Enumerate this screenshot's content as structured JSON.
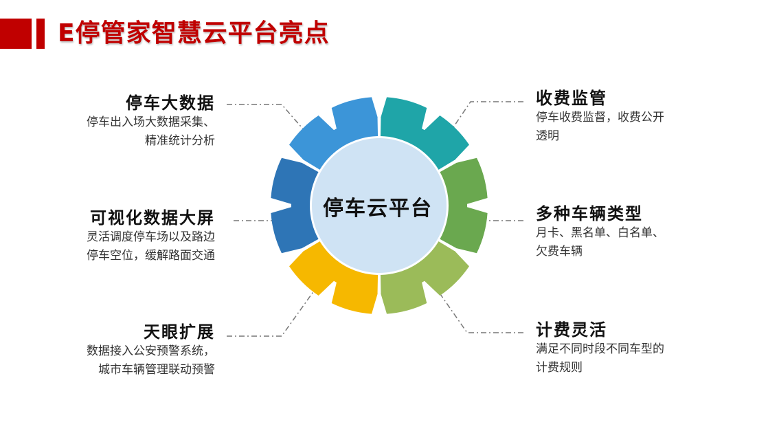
{
  "header": {
    "title": "E停管家智慧云平台亮点",
    "accent_color": "#c00000"
  },
  "center": {
    "label": "停车云平台",
    "fill_color": "#cfe3f4"
  },
  "features": {
    "big_data": {
      "title": "停车大数据",
      "lines": [
        "停车出入场大数据采集、",
        "精准统计分析"
      ]
    },
    "visual_screen": {
      "title": "可视化数据大屏",
      "lines": [
        "灵活调度停车场以及路边",
        "停车空位，缓解路面交通"
      ]
    },
    "sky_eye": {
      "title": "天眼扩展",
      "lines": [
        "数据接入公安预警系统，",
        "城市车辆管理联动预警"
      ]
    },
    "fee_supervision": {
      "title": "收费监管",
      "lines": [
        "停车收费监督，收费公开",
        "透明"
      ]
    },
    "vehicle_types": {
      "title": "多种车辆类型",
      "lines": [
        "月卡、黑名单、白名单、",
        "欠费车辆"
      ]
    },
    "flexible_billing": {
      "title": "计费灵活",
      "lines": [
        "满足不同时段不同车型的",
        "计费规则"
      ]
    }
  },
  "gear_colors": [
    "#1fa5a8",
    "#6aa84f",
    "#9bbb59",
    "#f6b800",
    "#2e75b6",
    "#3c95d8"
  ]
}
